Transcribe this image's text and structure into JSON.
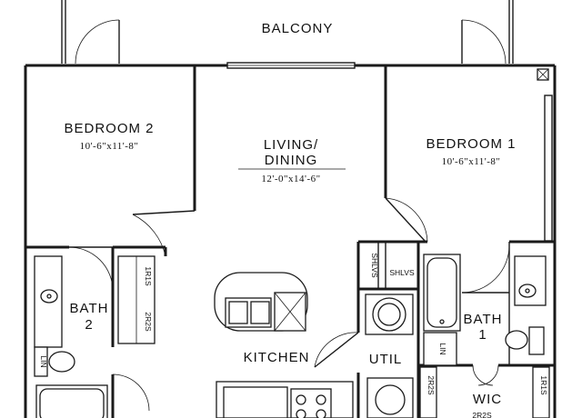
{
  "plan": {
    "balcony": "BALCONY",
    "bedroom2": {
      "name": "BEDROOM 2",
      "dims": "10'-6\"x11'-8\""
    },
    "living": {
      "line1": "LIVING/",
      "line2": "DINING",
      "dims": "12'-0\"x14'-6\""
    },
    "bedroom1": {
      "name": "BEDROOM 1",
      "dims": "10'-6\"x11'-8\""
    },
    "bath2": {
      "line1": "BATH",
      "line2": "2"
    },
    "bath1": {
      "line1": "BATH",
      "line2": "1"
    },
    "kitchen": "KITCHEN",
    "util": "UTIL",
    "wic": "WIC",
    "shelves": "SHLVS",
    "storage_labels": {
      "s1": "1R1S",
      "s2": "2R2S",
      "lin": "LIN"
    }
  },
  "colors": {
    "line": "#1a1a1a",
    "background": "#ffffff"
  }
}
